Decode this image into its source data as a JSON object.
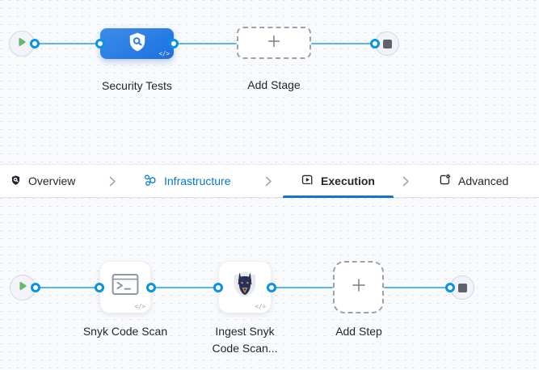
{
  "stage_canvas": {
    "stage_name": "Security Tests",
    "add_stage_label": "Add Stage",
    "code_glyph": "</>"
  },
  "tab_bar": {
    "tabs": [
      {
        "label": "Overview"
      },
      {
        "label": "Infrastructure"
      },
      {
        "label": "Execution"
      },
      {
        "label": "Advanced"
      }
    ],
    "active_tab": "Execution"
  },
  "execution_canvas": {
    "step1_name": "Snyk Code Scan",
    "step2_name_line1": "Ingest Snyk",
    "step2_name_line2": "Code Scan...",
    "add_step_label": "Add Step",
    "code_glyph": "</>"
  },
  "colors": {
    "accent_blue": "#0278d5",
    "connector_blue": "#58b5f3",
    "port_ring_blue": "#0a93e2",
    "stage_node_blue": "#2b7de2",
    "underline_blue": "#1a6fd6",
    "play_green": "#66b968",
    "canvas_bg": "#f8fafc"
  }
}
